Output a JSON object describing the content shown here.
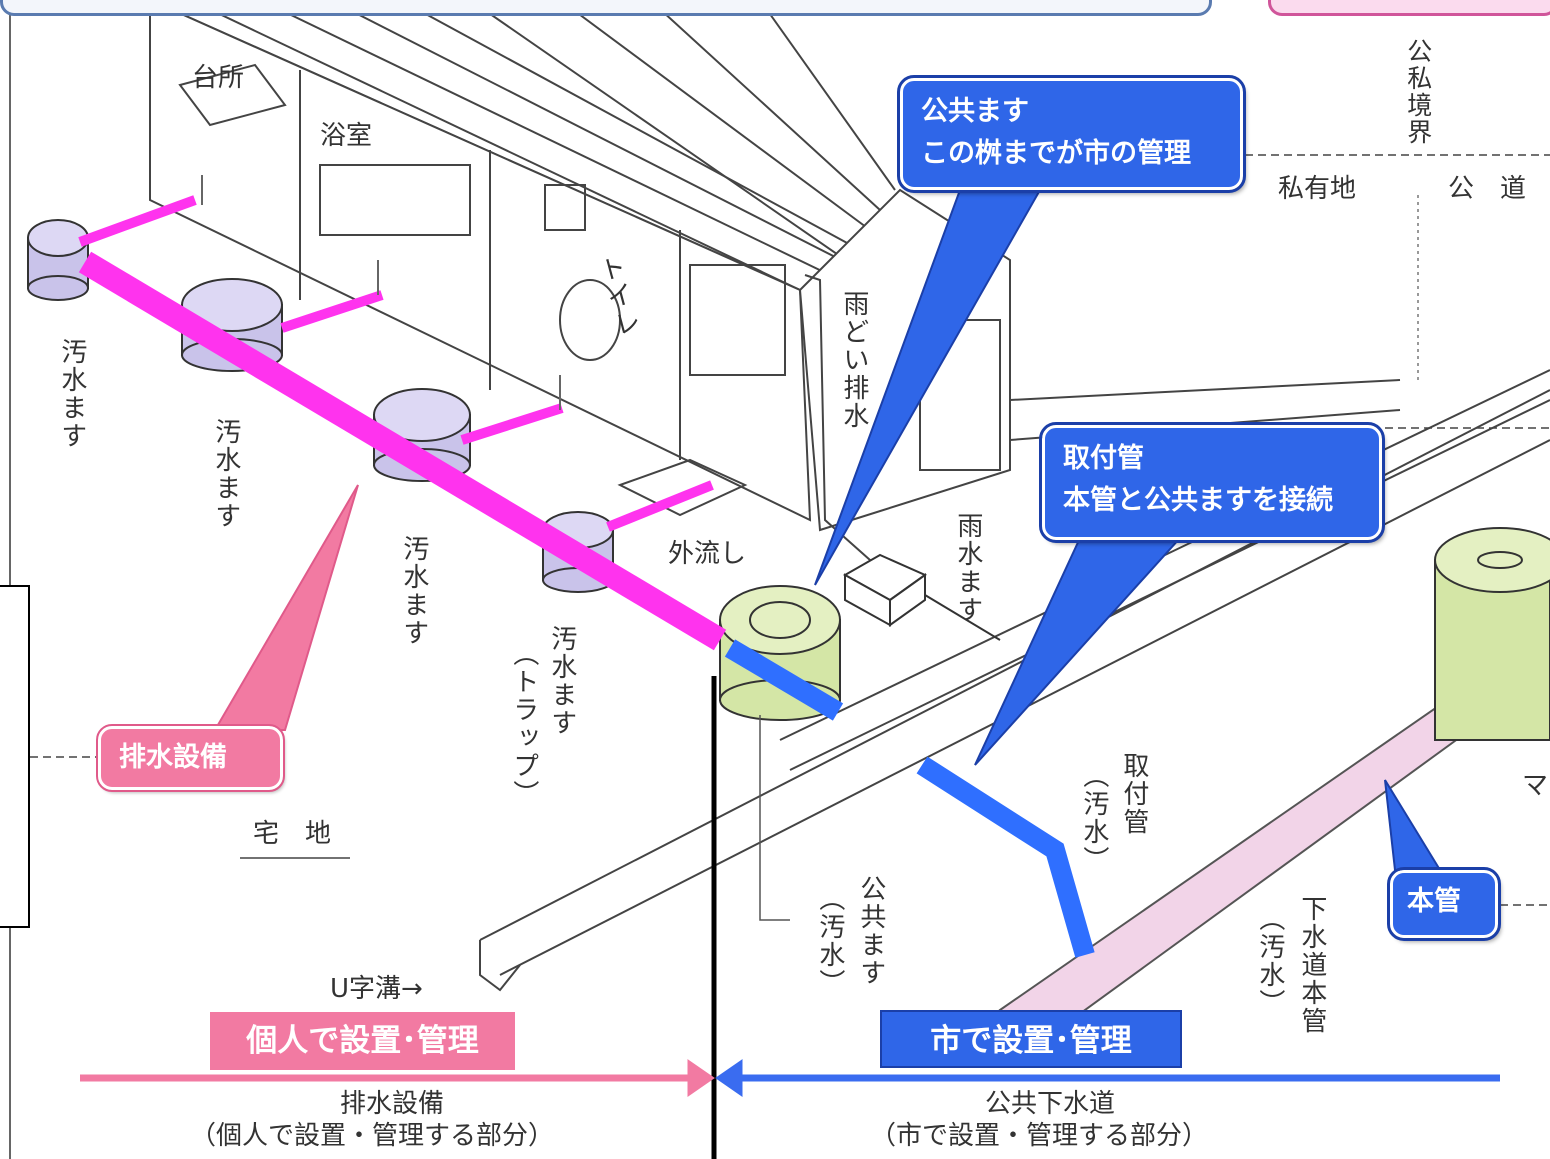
{
  "colors": {
    "pink_pipe": "#ff33ee",
    "blue_pipe": "#2f6fff",
    "pink_callout": "#f27aa2",
    "blue_callout": "#2f66e8",
    "pink_arrow": "#f27aa2",
    "blue_arrow": "#3a6cf0",
    "basin_fill": "#c9c3ea",
    "public_basin_fill": "#d4e6a6",
    "main_pipe_fill": "#f2d4e8"
  },
  "icons": [
    "sewage-basin",
    "public-basin",
    "rainwater-basin",
    "main-pipe",
    "u-ditch",
    "house"
  ],
  "rooms": {
    "kitchen": "台所",
    "bath": "浴室",
    "toilet": "トイレ",
    "outdoor_sink": "外流し",
    "gutter": "雨どい排水"
  },
  "basins": {
    "label1": "汚水ます",
    "label2": "汚水ます",
    "label3": "汚水ます",
    "trap": "汚水ます",
    "trap_note": "（トラップ）",
    "rain": "雨水ます",
    "public": "公共ます",
    "public_note": "（汚水）"
  },
  "areas": {
    "residential": "宅　地",
    "private_land": "私有地",
    "public_road": "公　道",
    "boundary": "公私境界",
    "u_ditch": "U字溝→"
  },
  "pipes": {
    "connection": "取付管",
    "connection_note": "（汚水）",
    "main": "下水道本管",
    "main_note": "（汚水）",
    "manhole_partial": "マ"
  },
  "callouts": {
    "public_basin_title": "公共ます",
    "public_basin_desc": "この桝までが市の管理",
    "connection_title": "取付管",
    "connection_desc": "本管と公共ますを接続",
    "drainage": "排水設備",
    "main_pipe": "本管"
  },
  "bars": {
    "private_label": "個人で設置･管理",
    "city_label": "市で設置･管理"
  },
  "footer": {
    "left_title": "排水設備",
    "left_desc": "（個人で設置・管理する部分）",
    "right_title": "公共下水道",
    "right_desc": "（市で設置・管理する部分）"
  }
}
